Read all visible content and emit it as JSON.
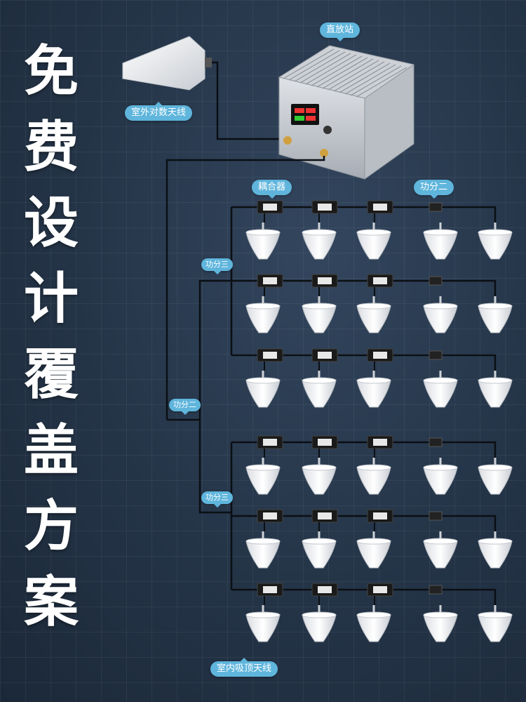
{
  "title_chars": [
    "免",
    "费",
    "设",
    "计",
    "覆",
    "盖",
    "方",
    "案"
  ],
  "labels": {
    "repeater": "直放站",
    "outdoor_antenna": "室外对数天线",
    "coupler": "耦合器",
    "splitter_two_top": "功分二",
    "splitter_three_upper": "功分三",
    "splitter_two_mid": "功分二",
    "splitter_three_lower": "功分三",
    "indoor_antenna": "室内吸顶天线"
  },
  "colors": {
    "label_bg": "#5fb5dc",
    "cable": "#0b0f14",
    "antenna_white": "#f2f3f5",
    "device_body": "#1a1a1a"
  },
  "topology": {
    "rows_per_group": 3,
    "groups": 2,
    "antennas_per_row": 5,
    "couplers_per_row": 3
  }
}
